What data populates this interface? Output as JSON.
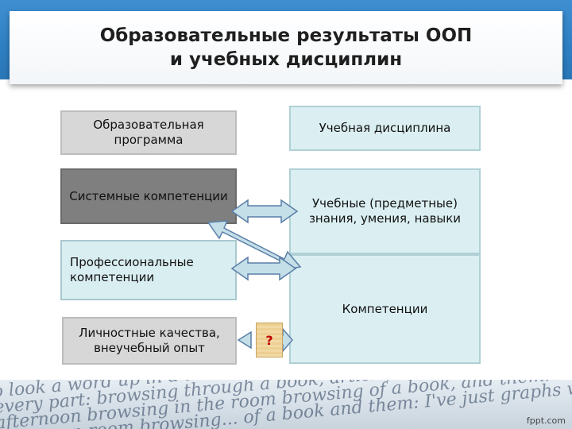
{
  "title": {
    "line1": "Образовательные результаты ООП",
    "line2": "и учебных дисциплин"
  },
  "boxes": {
    "program": "Образовательная программа",
    "discipline": "Учебная дисциплина",
    "system_comp": "Системные компетенции",
    "knowledge": "Учебные (предметные) знания, умения, навыки",
    "prof_comp": "Профессиональные компетенции",
    "competencies": "Компетенции",
    "personal": "Личностные качества, внеучебный опыт"
  },
  "question_mark": "?",
  "footer": {
    "line1": "o look a word up in a dictionary: dip into it",
    "line2": "every part: browsing through a book, article; I've just dipped",
    "line3": "afternoon browsing in the room browsing of a book, and them: dip when",
    "line4": "afternoon room browsing... of a book and them: I've just graphs when and turn",
    "brand": "fppt.com"
  }
}
